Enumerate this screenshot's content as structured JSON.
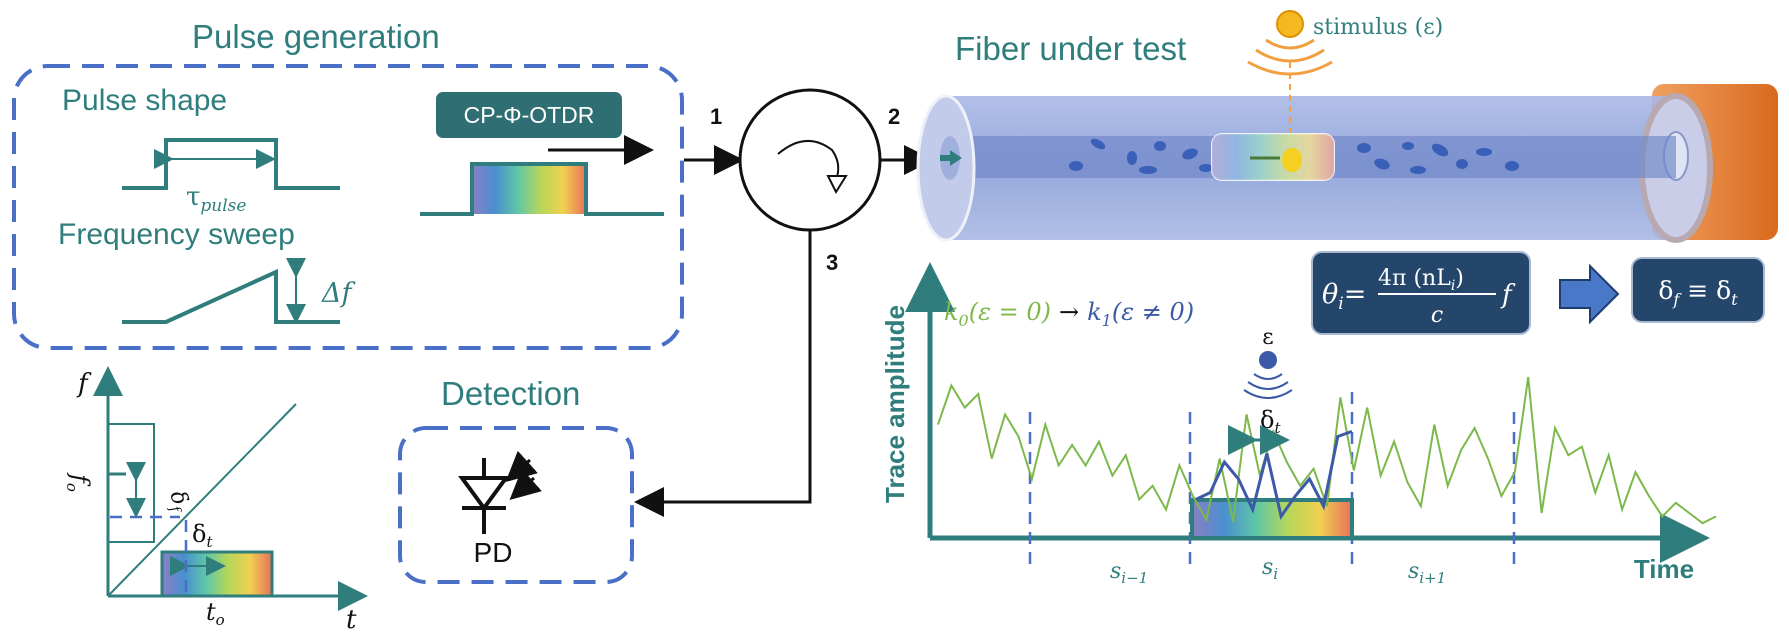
{
  "pulse_generation": {
    "title": "Pulse generation",
    "pulse_shape_label": "Pulse shape",
    "tau_label": "τ",
    "tau_sub": "pulse",
    "frequency_sweep_label": "Frequency sweep",
    "delta_f_label": "Δf",
    "technique_badge": "CP-Φ-OTDR"
  },
  "circulator": {
    "port1": "1",
    "port2": "2",
    "port3": "3"
  },
  "fiber": {
    "title": "Fiber under test",
    "stimulus_label": "stimulus (ε)"
  },
  "detection": {
    "title": "Detection",
    "detector_label": "PD"
  },
  "ft_plot": {
    "f_label": "f",
    "t_label": "t",
    "fo_label": "f",
    "fo_sub": "o",
    "delta_f_label": "δ",
    "delta_f_sub": "f",
    "delta_t_label": "δ",
    "delta_t_sub": "t",
    "to_label": "t",
    "to_sub": "o"
  },
  "equation": {
    "lhs": "θ",
    "lhs_sub": "i",
    "eq": "=",
    "numerator": "4π (nL",
    "numerator_sub": "i",
    "numerator_end": ")",
    "denominator": "c",
    "factor": "f",
    "equivalence": "δf ≡ δt",
    "eq2_a": "δ",
    "eq2_a_sub": "f",
    "eq2_mid": " ≡ ",
    "eq2_b": "δ",
    "eq2_b_sub": "t"
  },
  "trace_chart": {
    "ylabel": "Trace amplitude",
    "xlabel": "Time",
    "legend_k0": "k",
    "legend_k0_sub": "0",
    "legend_k0_arg": "(ε = 0)",
    "legend_arrow": "→",
    "legend_k1": "k",
    "legend_k1_sub": "1",
    "legend_k1_arg": "(ε ≠ 0)",
    "epsilon_label": "ε",
    "delta_t": "δ",
    "delta_t_sub": "t",
    "segments": [
      {
        "s": "s",
        "sub": "i−1"
      },
      {
        "s": "s",
        "sub": "i"
      },
      {
        "s": "s",
        "sub": "i+1"
      }
    ]
  },
  "chart_data": {
    "type": "line",
    "xlabel": "Time",
    "ylabel": "Trace amplitude",
    "series": [
      {
        "name": "k0(ε = 0)",
        "color": "#7db84a",
        "values": [
          0.62,
          0.85,
          0.72,
          0.8,
          0.42,
          0.68,
          0.55,
          0.3,
          0.62,
          0.38,
          0.5,
          0.38,
          0.52,
          0.32,
          0.44,
          0.18,
          0.26,
          0.12,
          0.38,
          0.2,
          0.06,
          0.42,
          0.05,
          0.68,
          0.32,
          0.58,
          0.4,
          0.26,
          0.36,
          0.14,
          0.78,
          0.35,
          0.72,
          0.32,
          0.52,
          0.28,
          0.14,
          0.62,
          0.26,
          0.47,
          0.6,
          0.42,
          0.2,
          0.34,
          0.9,
          0.1,
          0.6,
          0.44,
          0.49,
          0.22,
          0.44,
          0.12,
          0.34,
          0.2,
          0.08,
          0.16,
          0.1,
          0.04,
          0.08
        ]
      },
      {
        "name": "k1(ε ≠ 0)",
        "color": "#3d5aa8",
        "values": [
          0.18,
          0.22,
          0.4,
          0.3,
          0.12,
          0.45,
          0.08,
          0.2,
          0.3,
          0.14,
          0.55,
          0.58
        ]
      }
    ],
    "colors": {
      "teal": "#2f7d7d",
      "blue_dash": "#4a6fc7",
      "navy_box": "#25466b",
      "fiber_orange": "#e07b2c"
    }
  }
}
